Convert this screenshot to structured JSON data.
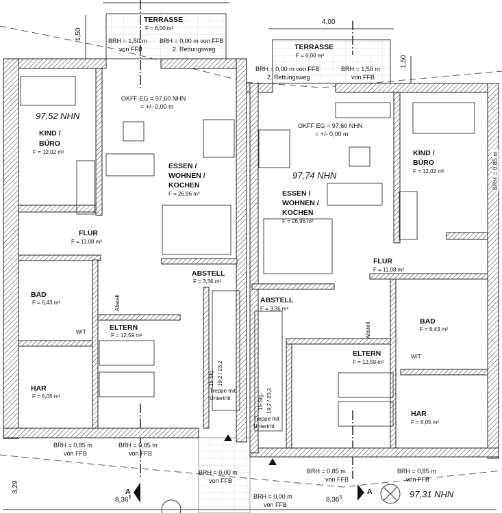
{
  "left_unit": {
    "terrace": {
      "name": "TERRASSE",
      "area": "F = 6,00 m²",
      "brh1": "BRH = 1,50 m",
      "brh1_sub": "von FFB",
      "brh2": "BRH = 0,00 m von FFB",
      "brh2_sub": "2. Rettungsweg",
      "dim": "1,50"
    },
    "level_mark": "97,52 NHN",
    "okff": "OKFF EG = 97,60 NHN",
    "okff_sub": "= +/- 0,00 m",
    "rooms": {
      "kind": {
        "l1": "KIND /",
        "l2": "BÜRO",
        "area": "F = 12,02 m²"
      },
      "essen": {
        "l1": "ESSEN /",
        "l2": "WOHNEN /",
        "l3": "KOCHEN",
        "area": "F = 26,96 m²"
      },
      "flur": {
        "name": "FLUR",
        "area": "F = 11,08 m²"
      },
      "abstell": {
        "name": "ABSTELL",
        "area": "F = 3,36 m²"
      },
      "bad": {
        "name": "BAD",
        "area": "F = 6,43 m²"
      },
      "eltern": {
        "name": "ELTERN",
        "area": "F = 12,59 m²"
      },
      "har": {
        "name": "HAR",
        "area": "F = 6,05 m²"
      }
    },
    "abstell_closet": "Abstell",
    "wt": "W/T",
    "stair": {
      "steps": "15 Stg.",
      "ratio": "19,2 / 23,2",
      "l1": "Treppe mit",
      "l2": "Untertritt"
    },
    "windows": [
      {
        "l1": "BRH = 0,85 m",
        "l2": "von FFB"
      },
      {
        "l1": "BRH = 0,85 m",
        "l2": "von FFB"
      },
      {
        "l1": "BRH = 0,00 m",
        "l2": "von FFB"
      }
    ]
  },
  "right_unit": {
    "terrace": {
      "name": "TERRASSE",
      "area": "F = 6,00 m²",
      "brh1": "BRH = 0,00 m von FFB",
      "brh1_sub": "2. Rettungsweg",
      "brh2": "BRH = 1,50 m",
      "brh2_sub": "von FFB",
      "dim": "1,50",
      "width": "4,00"
    },
    "level_mark": "97,74 NHN",
    "okff": "OKFF EG = 97,60 NHN",
    "okff_sub": "= +/- 0,00 m",
    "rooms": {
      "kind": {
        "l1": "KIND /",
        "l2": "BÜRO",
        "area": "F = 12,02 m²"
      },
      "essen": {
        "l1": "ESSEN /",
        "l2": "WOHNEN /",
        "l3": "KOCHEN",
        "area": "F = 26,96 m²"
      },
      "flur": {
        "name": "FLUR",
        "area": "F = 11,08 m²"
      },
      "abstell": {
        "name": "ABSTELL",
        "area": "F = 3,36 m²"
      },
      "bad": {
        "name": "BAD",
        "area": "F = 6,43 m²"
      },
      "eltern": {
        "name": "ELTERN",
        "area": "F = 12,59 m²"
      },
      "har": {
        "name": "HAR",
        "area": "F = 6,05 m²"
      }
    },
    "abstell_closet": "Abstell",
    "wt": "W/T",
    "stair": {
      "steps": "15 Stg.",
      "ratio": "19,2 / 23,2",
      "l1": "Treppe mit",
      "l2": "Untertritt"
    },
    "windows": [
      {
        "l1": "BRH = 0,00 m",
        "l2": "von FFB"
      },
      {
        "l1": "BRH = 0,85 m",
        "l2": "von FFB"
      },
      {
        "l1": "BRH = 0,85 m",
        "l2": "von FFB"
      }
    ],
    "side_brh": "BRH = 0,85 m"
  },
  "site": {
    "dim_left": "3,29",
    "dim_a": "8,36",
    "dim_a_sup": "5",
    "dim_b": "8,36",
    "dim_b_sup": "5",
    "ground_level": "97,31 NHN",
    "section": "A"
  }
}
